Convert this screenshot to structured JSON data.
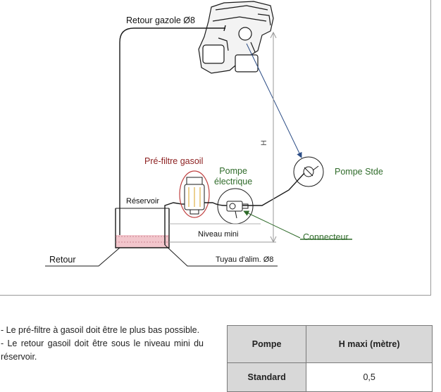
{
  "diagram": {
    "labels": {
      "retour_gazole": "Retour gazole Ø8",
      "h": "H",
      "pre_filtre": "Pré-filtre gasoil",
      "pompe_electrique": "Pompe\nélectrique",
      "pompe_stde": "Pompe Stde",
      "reservoir": "Réservoir",
      "niveau_mini": "Niveau mini",
      "connecteur": "Connecteur",
      "retour": "Retour",
      "tuyau": "Tuyau d'alim. Ø8"
    },
    "colors": {
      "line": "#1a1a1a",
      "fuel": "#f2c6cc",
      "filter_circle": "#c04040",
      "blue_arrow": "#2c4d86",
      "green_arrow": "#2f6b2a",
      "dim_line": "#9a9a9a"
    }
  },
  "notes": [
    "- Le pré-filtre à gasoil doit être le plus bas possible.",
    "- Le retour gasoil doit être sous le niveau mini du réservoir."
  ],
  "table": {
    "headers": [
      "Pompe",
      "H maxi (mètre)"
    ],
    "rows": [
      {
        "pompe": "Standard",
        "h_maxi": "0,5"
      }
    ]
  }
}
